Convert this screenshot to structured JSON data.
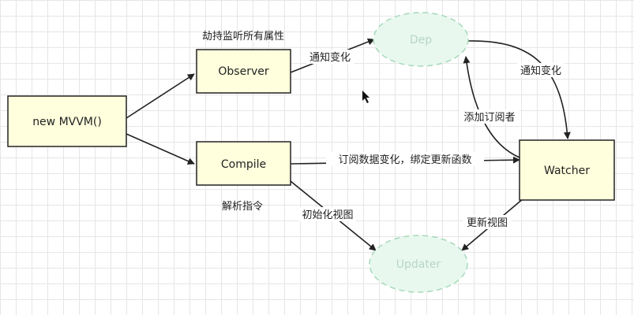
{
  "nodes": {
    "mvvm": "new MVVM()",
    "observer": "Observer",
    "compile": "Compile",
    "watcher": "Watcher",
    "dep": "Dep",
    "updater": "Updater"
  },
  "annotations": {
    "observer_caption": "劫持监听所有属性",
    "compile_caption": "解析指令"
  },
  "edge_labels": {
    "observer_to_dep": "通知变化",
    "dep_to_watcher": "通知变化",
    "watcher_to_dep": "添加订阅者",
    "compile_to_watcher": "订阅数据变化，绑定更新函数",
    "compile_to_updater": "初始化视图",
    "watcher_to_updater": "更新视图"
  },
  "colors": {
    "box_fill": "#ffffdd",
    "ellipse_fill": "#e8f8ef",
    "ellipse_stroke": "#a7d8b8"
  }
}
